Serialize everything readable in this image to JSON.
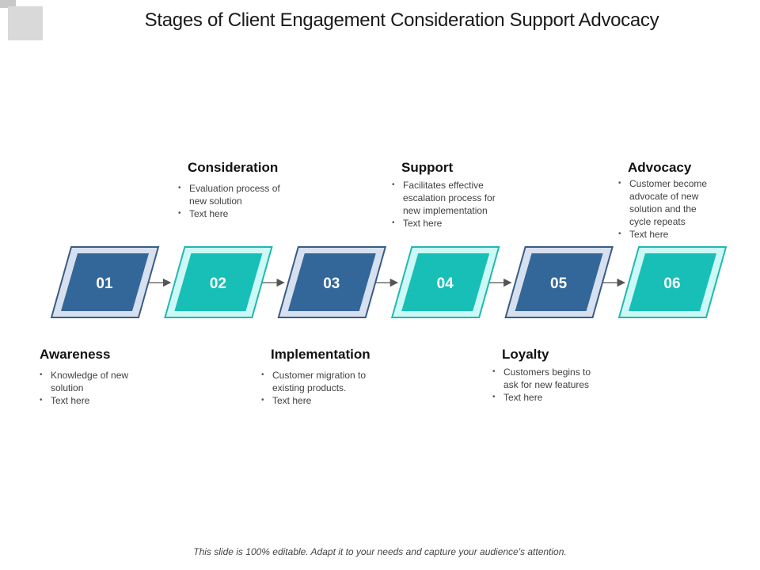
{
  "title": "Stages of Client Engagement Consideration Support Advocacy",
  "colors": {
    "dark_fill": "#336699",
    "dark_outer": "#D6E0EE",
    "dark_border": "#3A5C85",
    "teal_fill": "#17BFB7",
    "teal_outer": "#CCF8F5",
    "teal_border": "#22B8B0",
    "arrow": "#555555"
  },
  "stages": [
    {
      "number": "01",
      "title": "Awareness",
      "style": "dark",
      "position": "below",
      "bullets": [
        "Knowledge of new solution",
        "Text here"
      ]
    },
    {
      "number": "02",
      "title": "Consideration",
      "style": "teal",
      "position": "above",
      "bullets": [
        "Evaluation process of new solution",
        "Text here"
      ]
    },
    {
      "number": "03",
      "title": "Implementation",
      "style": "dark",
      "position": "below",
      "bullets": [
        "Customer migration to existing products.",
        "Text here"
      ]
    },
    {
      "number": "04",
      "title": "Support",
      "style": "teal",
      "position": "above",
      "bullets": [
        "Facilitates effective escalation process for new implementation",
        "Text here"
      ]
    },
    {
      "number": "05",
      "title": "Loyalty",
      "style": "dark",
      "position": "below",
      "bullets": [
        "Customers begins to ask for new features",
        "Text here"
      ]
    },
    {
      "number": "06",
      "title": "Advocacy",
      "style": "teal",
      "position": "above",
      "bullets": [
        "Customer become advocate of new solution and the cycle repeats",
        "Text here"
      ]
    }
  ],
  "footer": "This slide is 100% editable. Adapt it to your needs and capture your audience's attention."
}
